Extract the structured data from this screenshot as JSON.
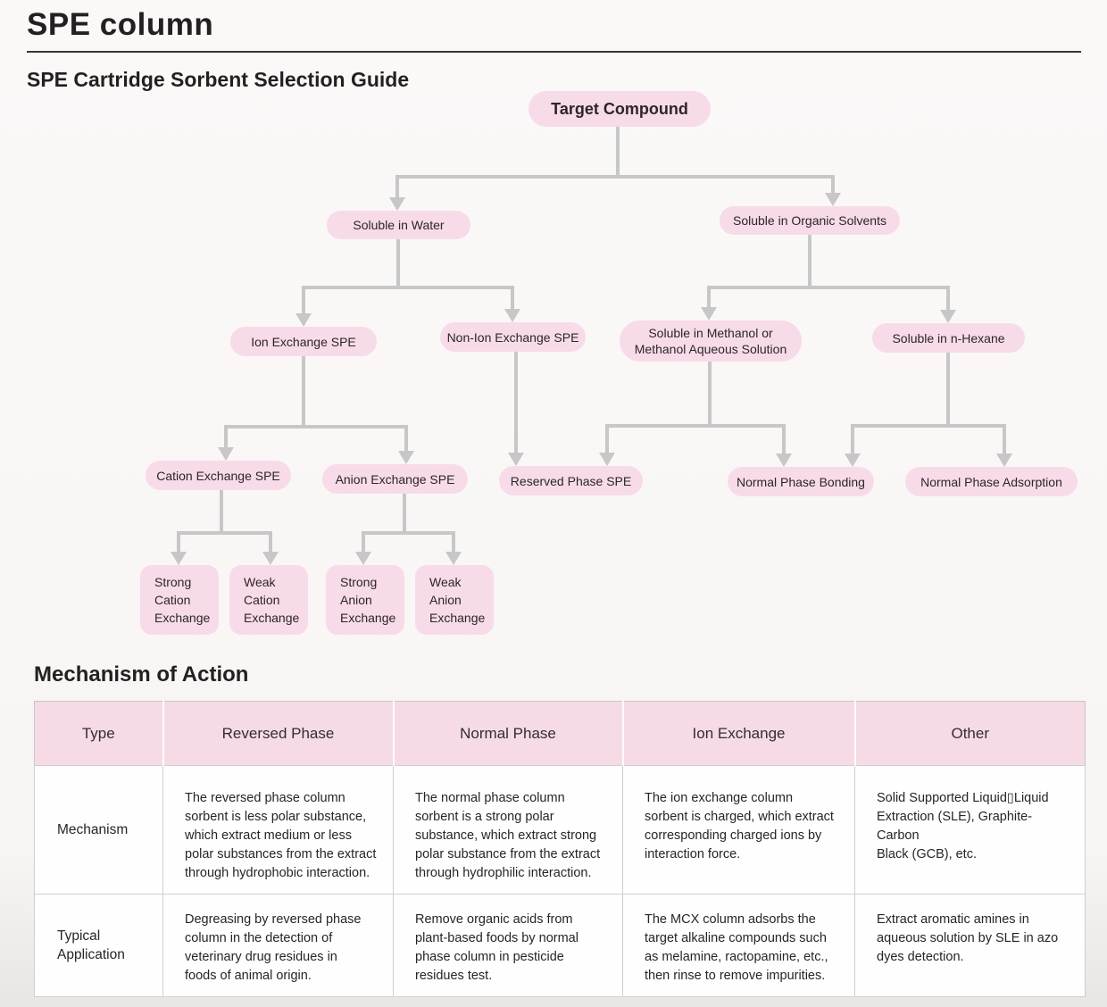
{
  "page": {
    "title": "SPE column",
    "selection_guide_heading": "SPE Cartridge Sorbent Selection Guide",
    "mechanism_heading": "Mechanism of Action"
  },
  "flowchart": {
    "nodes": {
      "target": "Target Compound",
      "water": "Soluble in Water",
      "organic": "Soluble in Organic Solvents",
      "ion_exchange": "Ion Exchange SPE",
      "non_ion_exchange": "Non-Ion Exchange SPE",
      "methanol": "Soluble in Methanol or\nMethanol Aqueous Solution",
      "hexane": "Soluble in n-Hexane",
      "cation": "Cation Exchange SPE",
      "anion": "Anion Exchange SPE",
      "reserved": "Reserved Phase SPE",
      "bonding": "Normal Phase Bonding",
      "adsorption": "Normal Phase Adsorption",
      "strong_cation": "Strong\nCation\nExchange",
      "weak_cation": "Weak\nCation\nExchange",
      "strong_anion": "Strong\nAnion\nExchange",
      "weak_anion": "Weak\nAnion\nExchange"
    },
    "edges": [
      "target->water",
      "target->organic",
      "water->ion_exchange",
      "water->non_ion_exchange",
      "organic->methanol",
      "organic->hexane",
      "ion_exchange->cation",
      "ion_exchange->anion",
      "non_ion_exchange->reserved",
      "methanol->reserved",
      "methanol->bonding",
      "hexane->bonding",
      "hexane->adsorption",
      "cation->strong_cation",
      "cation->weak_cation",
      "anion->strong_anion",
      "anion->weak_anion"
    ]
  },
  "table": {
    "headers": [
      "Type",
      "Reversed Phase",
      "Normal Phase",
      "Ion Exchange",
      "Other"
    ],
    "rows": [
      {
        "label": "Mechanism",
        "reversed": "The reversed phase column\nsorbent is less polar substance,\nwhich extract medium or less\npolar substances from the extract\nthrough hydrophobic interaction.",
        "normal": "The normal phase column\nsorbent is a strong polar\nsubstance, which extract strong\npolar substance from the extract\nthrough hydrophilic interaction.",
        "ion": "The ion exchange column\nsorbent is charged, which extract\ncorresponding charged ions by\ninteraction force.",
        "other": "Solid Supported Liquid▯Liquid\nExtraction (SLE), Graphite-Carbon\nBlack (GCB), etc."
      },
      {
        "label": "Typical\nApplication",
        "reversed": "Degreasing by reversed phase\ncolumn in the detection of\nveterinary drug residues in\nfoods of animal origin.",
        "normal": "Remove organic acids from\nplant-based foods by normal\nphase column in pesticide\nresidues test.",
        "ion": "The MCX column adsorbs the\ntarget alkaline compounds such\nas melamine, ractopamine, etc.,\nthen rinse to remove impurities.",
        "other": "Extract aromatic amines in\naqueous solution by SLE in azo\ndyes detection."
      }
    ]
  },
  "colors": {
    "node_pink": "#f8dbe8",
    "table_header_pink": "#f6dbe7",
    "connector_grey": "#c7c7c7",
    "text_dark": "#292426"
  }
}
